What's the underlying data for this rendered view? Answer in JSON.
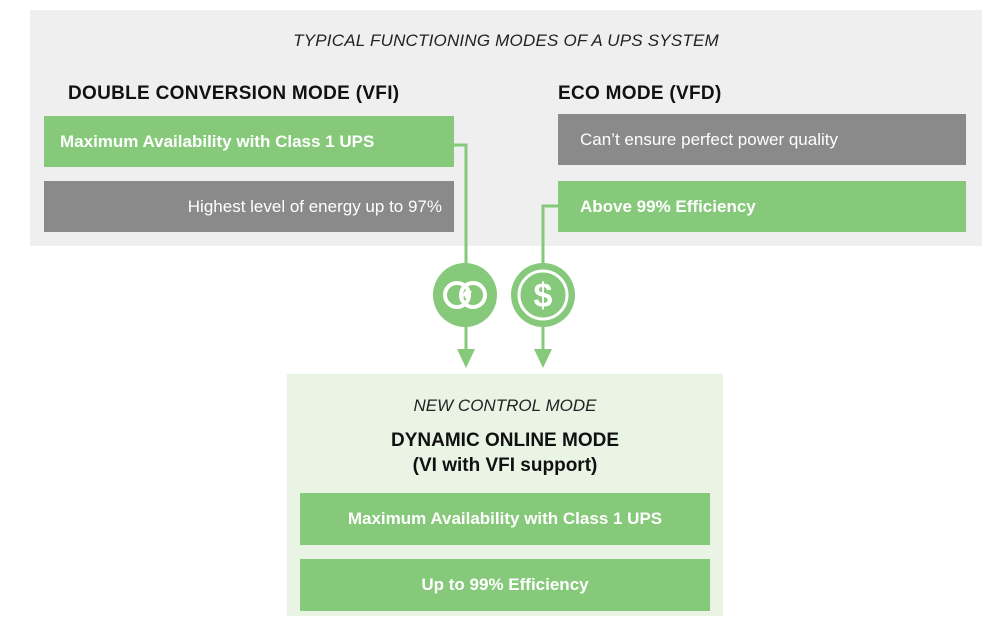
{
  "diagram": {
    "top_title": "TYPICAL FUNCTIONING MODES OF A UPS SYSTEM",
    "left_column": {
      "heading": "DOUBLE CONVERSION MODE (VFI)",
      "box1": "Maximum Availability with Class 1 UPS",
      "box2": "Highest level of energy up to 97%"
    },
    "right_column": {
      "heading": "ECO MODE (VFD)",
      "box1": "Can’t ensure perfect power quality",
      "box2": "Above 99% Efficiency"
    },
    "icons": [
      "continuity-link-icon",
      "dollar-icon"
    ],
    "bottom": {
      "subtitle": "NEW CONTROL MODE",
      "heading_line1": "DYNAMIC ONLINE MODE",
      "heading_line2": "(VI with VFI support)",
      "box1": "Maximum Availability with Class 1 UPS",
      "box2": "Up to 99% Efficiency"
    },
    "colors": {
      "green": "#86c97a",
      "gray": "#8a8a8a",
      "top_panel": "#efefef",
      "bottom_panel": "#e9f4e4"
    }
  }
}
